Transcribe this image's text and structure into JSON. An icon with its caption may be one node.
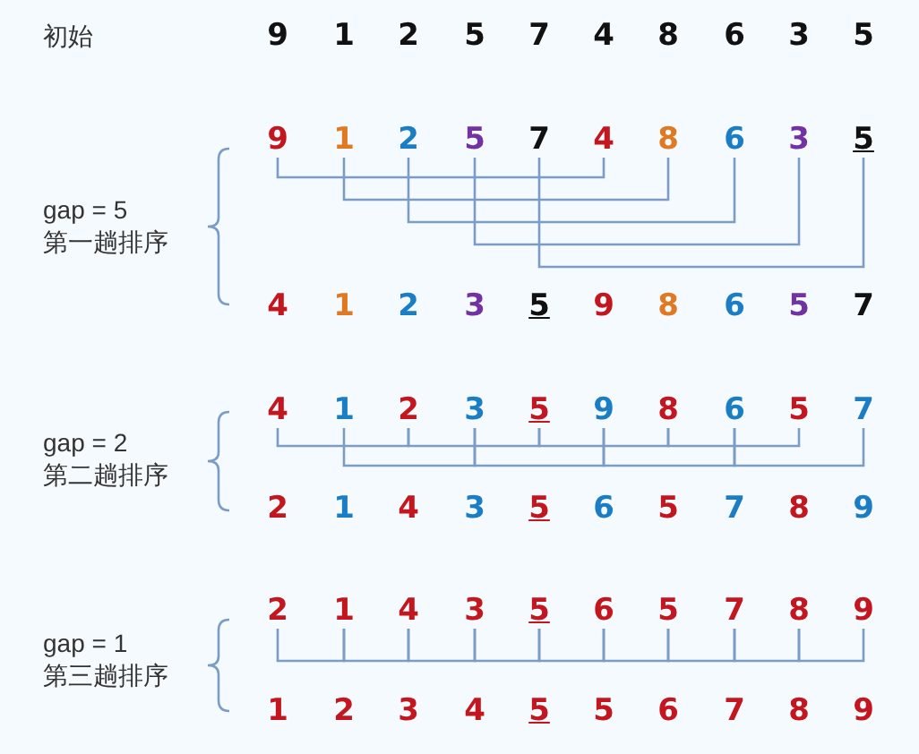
{
  "diagram": {
    "nodes": [
      {
        "text": [
          "9"
        ]
      },
      {
        "text": [
          "1"
        ]
      },
      {
        "text": [
          "2"
        ]
      },
      {
        "text": [
          "5"
        ]
      },
      {
        "text": [
          "7"
        ]
      },
      {
        "text": [
          "4"
        ]
      },
      {
        "text": [
          "8"
        ]
      },
      {
        "text": [
          "6"
        ]
      },
      {
        "text": [
          "3"
        ]
      },
      {
        "text": [
          "5"
        ]
      },
      {
        "text": [
          "9"
        ]
      },
      {
        "text": [
          "1"
        ]
      },
      {
        "text": [
          "2"
        ]
      },
      {
        "text": [
          "5"
        ]
      },
      {
        "text": [
          "7"
        ]
      },
      {
        "text": [
          "4"
        ]
      },
      {
        "text": [
          "8"
        ]
      },
      {
        "text": [
          "6"
        ]
      },
      {
        "text": [
          "3"
        ]
      },
      {
        "text": [
          "5"
        ]
      },
      {
        "text": [
          "4"
        ]
      },
      {
        "text": [
          "1"
        ]
      },
      {
        "text": [
          "2"
        ]
      },
      {
        "text": [
          "3"
        ]
      },
      {
        "text": [
          "5"
        ]
      },
      {
        "text": [
          "9"
        ]
      },
      {
        "text": [
          "8"
        ]
      },
      {
        "text": [
          "6"
        ]
      },
      {
        "text": [
          "5"
        ]
      },
      {
        "text": [
          "7"
        ]
      },
      {
        "text": [
          "4"
        ]
      },
      {
        "text": [
          "1"
        ]
      },
      {
        "text": [
          "2"
        ]
      },
      {
        "text": [
          "3"
        ]
      },
      {
        "text": [
          "5"
        ]
      },
      {
        "text": [
          "9"
        ]
      },
      {
        "text": [
          "8"
        ]
      },
      {
        "text": [
          "6"
        ]
      },
      {
        "text": [
          "5"
        ]
      },
      {
        "text": [
          "7"
        ]
      },
      {
        "text": [
          "2"
        ]
      },
      {
        "text": [
          "1"
        ]
      },
      {
        "text": [
          "4"
        ]
      },
      {
        "text": [
          "3"
        ]
      },
      {
        "text": [
          "5"
        ]
      },
      {
        "text": [
          "6"
        ]
      },
      {
        "text": [
          "5"
        ]
      },
      {
        "text": [
          "7"
        ]
      },
      {
        "text": [
          "8"
        ]
      },
      {
        "text": [
          "9"
        ]
      },
      {
        "text": [
          "2"
        ]
      },
      {
        "text": [
          "1"
        ]
      },
      {
        "text": [
          "4"
        ]
      },
      {
        "text": [
          "3"
        ]
      },
      {
        "text": [
          "5"
        ]
      },
      {
        "text": [
          "6"
        ]
      },
      {
        "text": [
          "5"
        ]
      },
      {
        "text": [
          "7"
        ]
      },
      {
        "text": [
          "8"
        ]
      },
      {
        "text": [
          "9"
        ]
      },
      {
        "text": [
          "1"
        ]
      },
      {
        "text": [
          "2"
        ]
      },
      {
        "text": [
          "3"
        ]
      },
      {
        "text": [
          "4"
        ]
      },
      {
        "text": [
          "5"
        ]
      },
      {
        "text": [
          "5"
        ]
      },
      {
        "text": [
          "6"
        ]
      },
      {
        "text": [
          "7"
        ]
      },
      {
        "text": [
          "8"
        ]
      },
      {
        "text": [
          "9"
        ]
      }
    ],
    "edges": [
      {
        "from": 10,
        "to": 15,
        "arrow": "none"
      },
      {
        "from": 11,
        "to": 16,
        "arrow": "none"
      },
      {
        "from": 12,
        "to": 17,
        "arrow": "none"
      },
      {
        "from": 13,
        "to": 18,
        "arrow": "none"
      },
      {
        "from": 14,
        "to": 19,
        "arrow": "none"
      },
      {
        "from": 30,
        "to": 32,
        "arrow": "none"
      },
      {
        "from": 32,
        "to": 34,
        "arrow": "none"
      },
      {
        "from": 34,
        "to": 36,
        "arrow": "none"
      },
      {
        "from": 36,
        "to": 38,
        "arrow": "none"
      },
      {
        "from": 31,
        "to": 33,
        "arrow": "none"
      },
      {
        "from": 33,
        "to": 35,
        "arrow": "none"
      },
      {
        "from": 35,
        "to": 37,
        "arrow": "none"
      },
      {
        "from": 37,
        "to": 39,
        "arrow": "none"
      },
      {
        "from": 50,
        "to": 51,
        "arrow": "none"
      },
      {
        "from": 51,
        "to": 52,
        "arrow": "none"
      },
      {
        "from": 52,
        "to": 53,
        "arrow": "none"
      },
      {
        "from": 53,
        "to": 54,
        "arrow": "none"
      },
      {
        "from": 54,
        "to": 55,
        "arrow": "none"
      },
      {
        "from": 55,
        "to": 56,
        "arrow": "none"
      },
      {
        "from": 56,
        "to": 57,
        "arrow": "none"
      },
      {
        "from": 57,
        "to": 58,
        "arrow": "none"
      },
      {
        "from": 58,
        "to": 59,
        "arrow": "none"
      }
    ],
    "labels": [
      "初始",
      "gap = 5",
      "第一趟排序",
      "gap = 2",
      "第二趟排序",
      "gap = 1",
      "第三趟排序"
    ]
  }
}
